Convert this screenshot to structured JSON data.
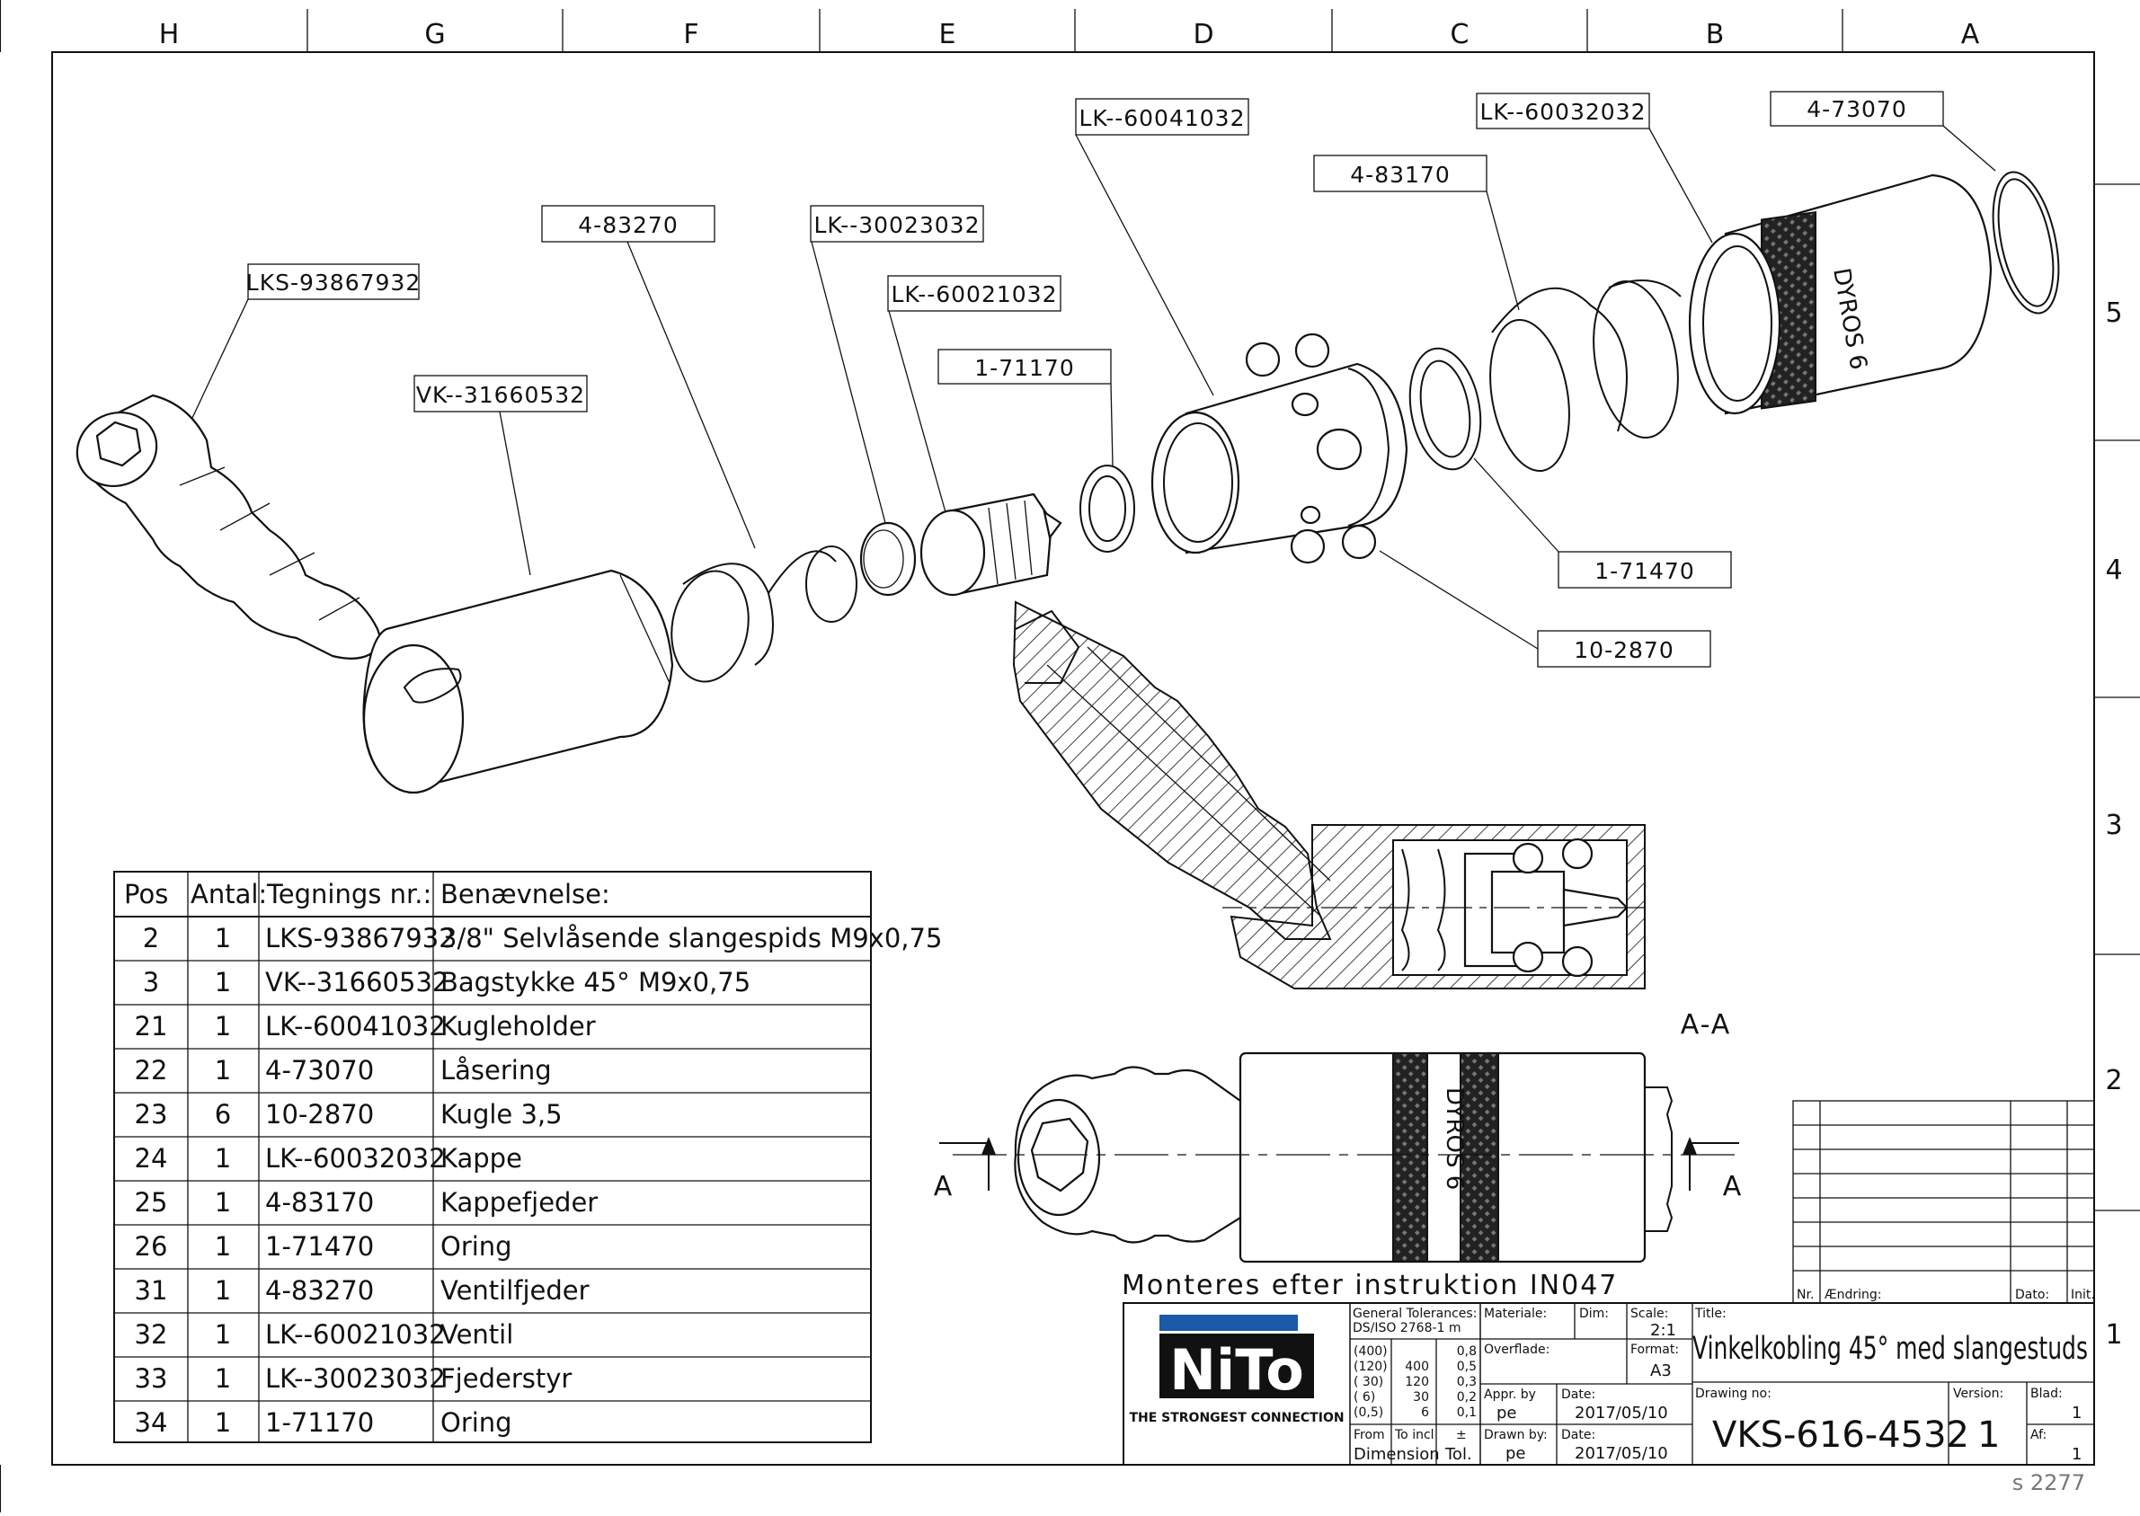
{
  "zones_top": [
    "H",
    "G",
    "F",
    "E",
    "D",
    "C",
    "B",
    "A"
  ],
  "zones_right": [
    "5",
    "4",
    "3",
    "2",
    "1"
  ],
  "callouts": [
    {
      "label": "LKS-93867932"
    },
    {
      "label": "VK--31660532"
    },
    {
      "label": "4-83270"
    },
    {
      "label": "LK--30023032"
    },
    {
      "label": "LK--60021032"
    },
    {
      "label": "1-71170"
    },
    {
      "label": "LK--60041032"
    },
    {
      "label": "4-83170"
    },
    {
      "label": "LK--60032032"
    },
    {
      "label": "4-73070"
    },
    {
      "label": "1-71470"
    },
    {
      "label": "10-2870"
    }
  ],
  "bom": {
    "headers": [
      "Pos",
      "Antal:",
      "Tegnings nr.:",
      "Benævnelse:"
    ],
    "rows": [
      [
        "2",
        "1",
        "LKS-93867932",
        "3/8\" Selvlåsende slangespids M9x0,75"
      ],
      [
        "3",
        "1",
        "VK--31660532",
        "Bagstykke 45° M9x0,75"
      ],
      [
        "21",
        "1",
        "LK--60041032",
        "Kugleholder"
      ],
      [
        "22",
        "1",
        "4-73070",
        "Låsering"
      ],
      [
        "23",
        "6",
        "10-2870",
        "Kugle 3,5"
      ],
      [
        "24",
        "1",
        "LK--60032032",
        "Kappe"
      ],
      [
        "25",
        "1",
        "4-83170",
        "Kappefjeder"
      ],
      [
        "26",
        "1",
        "1-71470",
        "Oring"
      ],
      [
        "31",
        "1",
        "4-83270",
        "Ventilfjeder"
      ],
      [
        "32",
        "1",
        "LK--60021032",
        "Ventil"
      ],
      [
        "33",
        "1",
        "LK--30023032",
        "Fjederstyr"
      ],
      [
        "34",
        "1",
        "1-71170",
        "Oring"
      ]
    ]
  },
  "section": {
    "name": "A-A",
    "cut_left": "A",
    "cut_right": "A"
  },
  "engraving": "DYROS 6",
  "instruction": "Monteres efter instruktion IN047",
  "revision": {
    "nr_label": "Nr.",
    "change_label": "Ændring:",
    "date_label": "Dato:",
    "init_label": "Init."
  },
  "title_block": {
    "logo_text": "NiTo",
    "logo_tagline": "THE STRONGEST CONNECTION",
    "tolerance_label": "General Tolerances:",
    "tolerance_std": "DS/ISO 2768-1 m",
    "tol_col1": [
      "(400)",
      "(120)",
      "( 30)",
      "( 6)",
      "(0,5)"
    ],
    "tol_col2": [
      "",
      "400",
      "120",
      "30",
      "6"
    ],
    "tol_col3": [
      "0,8",
      "0,5",
      "0,3",
      "0,2",
      "0,1"
    ],
    "from_label": "From",
    "to_label": "To incl",
    "pm_label": "±",
    "dimension_label": "Dimension",
    "tol_label": "Tol.",
    "material_label": "Materiale:",
    "dim_label": "Dim:",
    "scale_label": "Scale:",
    "scale": "2:1",
    "surface_label": "Overflade:",
    "format_label": "Format:",
    "format": "A3",
    "appr_label": "Appr. by",
    "appr": "pe",
    "date_label": "Date:",
    "appr_date": "2017/05/10",
    "drawn_label": "Drawn by:",
    "drawn": "pe",
    "drawn_date": "2017/05/10",
    "title_label": "Title:",
    "title": "Vinkelkobling 45° med slangestuds",
    "drawing_no_label": "Drawing no:",
    "drawing_no": "VKS-616-4532",
    "version_label": "Version:",
    "version": "1",
    "sheet_label": "Blad:",
    "sheet": "1",
    "of_label": "Af:",
    "of": "1"
  },
  "sheet_ref": "s 2277"
}
